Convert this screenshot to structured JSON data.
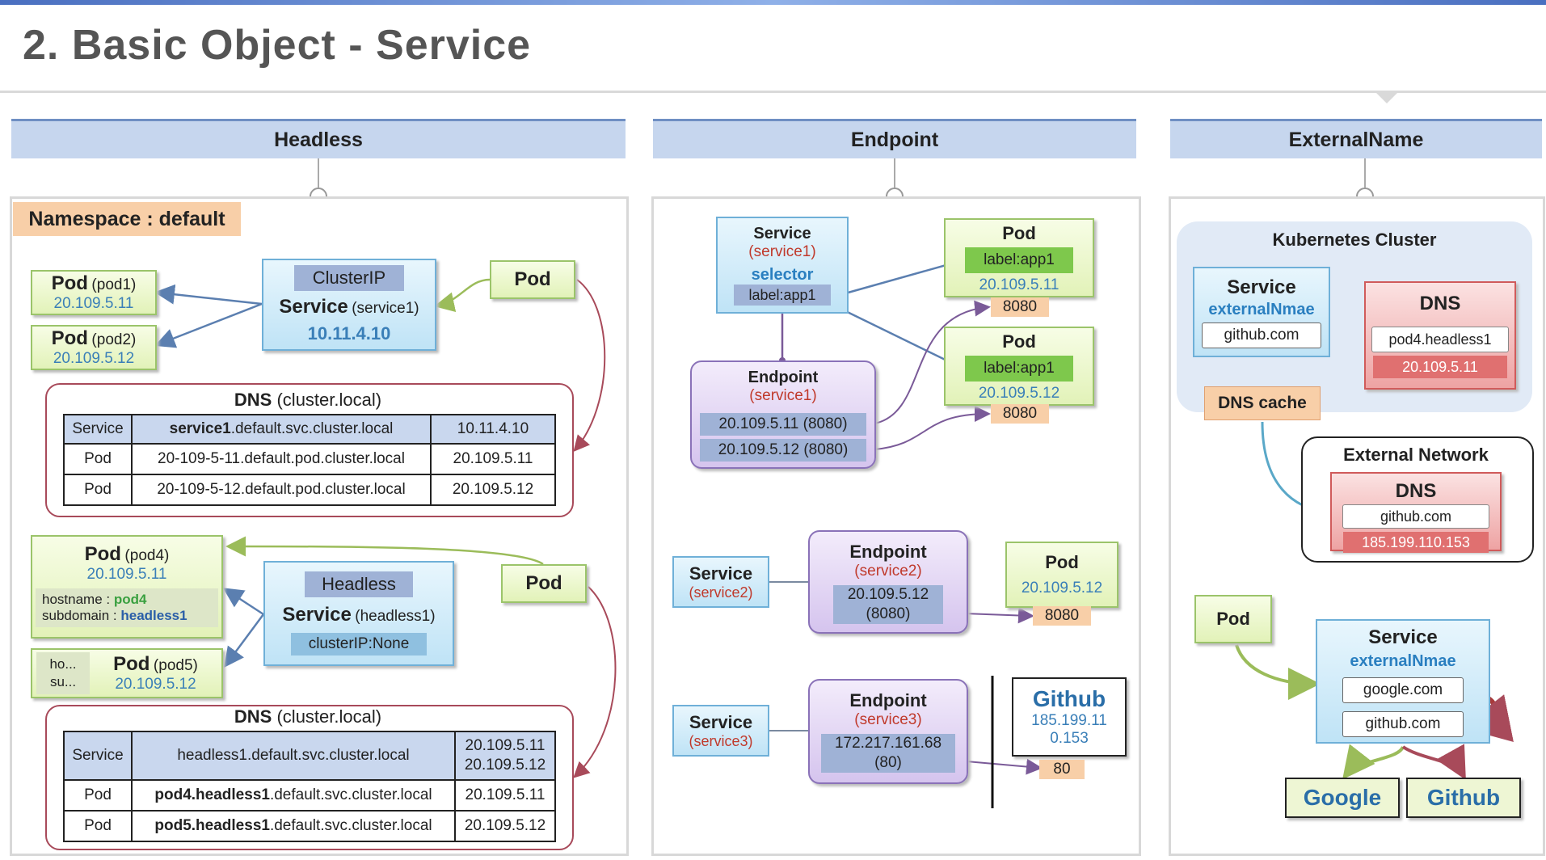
{
  "page_title": "2. Basic Object - Service",
  "columns": {
    "headless": "Headless",
    "endpoint": "Endpoint",
    "externalname": "ExternalName"
  },
  "headless": {
    "namespace": "Namespace : default",
    "pod1": {
      "label": "Pod",
      "name": "(pod1)",
      "ip": "20.109.5.11"
    },
    "pod2": {
      "label": "Pod",
      "name": "(pod2)",
      "ip": "20.109.5.12"
    },
    "service1": {
      "type": "ClusterIP",
      "label": "Service",
      "name": "(service1)",
      "ip": "10.11.4.10"
    },
    "pod_right1": "Pod",
    "dns1": {
      "title": "DNS",
      "suffix": "(cluster.local)",
      "rows": [
        {
          "kind": "Service",
          "bold": "service1",
          "rest": ".default.svc.cluster.local",
          "ip": "10.11.4.10"
        },
        {
          "kind": "Pod",
          "bold": "",
          "rest": "20-109-5-11.default.pod.cluster.local",
          "ip": "20.109.5.11"
        },
        {
          "kind": "Pod",
          "bold": "",
          "rest": "20-109-5-12.default.pod.cluster.local",
          "ip": "20.109.5.12"
        }
      ]
    },
    "pod4": {
      "label": "Pod",
      "name": "(pod4)",
      "ip": "20.109.5.11",
      "hostname_label": "hostname :",
      "hostname": "pod4",
      "subdomain_label": "subdomain :",
      "subdomain": "headless1"
    },
    "pod5": {
      "label": "Pod",
      "name": "(pod5)",
      "ip": "20.109.5.12",
      "ho": "ho...",
      "su": "su..."
    },
    "headless1": {
      "type": "Headless",
      "label": "Service",
      "name": "(headless1)",
      "clusterip": "clusterIP:None"
    },
    "pod_right2": "Pod",
    "dns2": {
      "title": "DNS",
      "suffix": "(cluster.local)",
      "rows": [
        {
          "kind": "Service",
          "bold": "",
          "rest": "headless1.default.svc.cluster.local",
          "ip": "20.109.5.11",
          "ip2": "20.109.5.12"
        },
        {
          "kind": "Pod",
          "bold": "pod4.headless1",
          "rest": ".default.svc.cluster.local",
          "ip": "20.109.5.11"
        },
        {
          "kind": "Pod",
          "bold": "pod5.headless1",
          "rest": ".default.svc.cluster.local",
          "ip": "20.109.5.12"
        }
      ]
    }
  },
  "endpoint": {
    "service1": {
      "label": "Service",
      "name": "(service1)",
      "selector": "selector",
      "sel_label": "label:app1"
    },
    "pod_a": {
      "label": "Pod",
      "tag": "label:app1",
      "ip": "20.109.5.11",
      "port": "8080"
    },
    "pod_b": {
      "label": "Pod",
      "tag": "label:app1",
      "ip": "20.109.5.12",
      "port": "8080"
    },
    "endpoint1": {
      "label": "Endpoint",
      "name": "(service1)",
      "addr1": "20.109.5.11 (8080)",
      "addr2": "20.109.5.12 (8080)"
    },
    "service2": {
      "label": "Service",
      "name": "(service2)"
    },
    "endpoint2": {
      "label": "Endpoint",
      "name": "(service2)",
      "addr1": "20.109.5.12",
      "addr2": "(8080)"
    },
    "pod_c": {
      "label": "Pod",
      "ip": "20.109.5.12",
      "port": "8080"
    },
    "service3": {
      "label": "Service",
      "name": "(service3)"
    },
    "endpoint3": {
      "label": "Endpoint",
      "name": "(service3)",
      "addr1": "172.217.161.68",
      "addr2": "(80)"
    },
    "github": {
      "label": "Github",
      "ip1": "185.199.11",
      "ip2": "0.153",
      "port": "80"
    }
  },
  "externalname": {
    "cluster_title": "Kubernetes Cluster",
    "service": {
      "label": "Service",
      "ext": "externalNmae",
      "value": "github.com"
    },
    "dns": {
      "label": "DNS",
      "entry": "pod4.headless1",
      "ip": "20.109.5.11"
    },
    "dns_cache": "DNS cache",
    "external_title": "External Network",
    "ext_dns": {
      "label": "DNS",
      "entry": "github.com",
      "ip": "185.199.110.153"
    },
    "pod": "Pod",
    "service2": {
      "label": "Service",
      "ext": "externalNmae",
      "v1": "google.com",
      "v2": "github.com"
    },
    "google": "Google",
    "github": "Github"
  }
}
